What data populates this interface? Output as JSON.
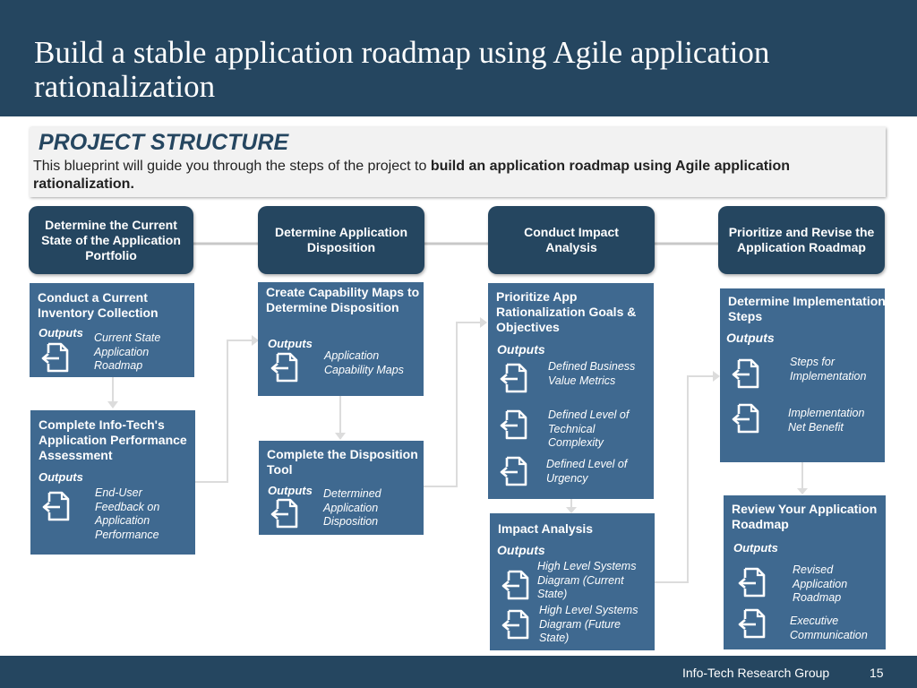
{
  "title": "Build a stable application roadmap using Agile application rationalization",
  "section": {
    "title": "PROJECT STRUCTURE",
    "intro_prefix": "This blueprint will guide you through the steps of the project to ",
    "intro_bold": "build an application roadmap using Agile application rationalization."
  },
  "phases": [
    {
      "label": "Determine the Current State of the Application Portfolio"
    },
    {
      "label": "Determine Application Disposition"
    },
    {
      "label": "Conduct Impact Analysis"
    },
    {
      "label": "Prioritize and Revise the Application Roadmap"
    }
  ],
  "outputs_label": "Outputs",
  "steps": {
    "s1a": {
      "title": "Conduct a Current Inventory Collection",
      "outputs": [
        "Current State Application Roadmap"
      ]
    },
    "s1b": {
      "title": "Complete Info-Tech's Application Performance Assessment",
      "outputs": [
        "End-User Feedback on Application Performance"
      ]
    },
    "s2a": {
      "title": "Create Capability Maps to Determine Disposition",
      "outputs": [
        "Application Capability Maps"
      ]
    },
    "s2b": {
      "title": "Complete the Disposition Tool",
      "outputs": [
        "Determined Application Disposition"
      ]
    },
    "s3a": {
      "title": "Prioritize App Rationalization Goals & Objectives",
      "outputs": [
        "Defined Business Value Metrics",
        "Defined Level of Technical Complexity",
        "Defined Level of Urgency"
      ]
    },
    "s3b": {
      "title": "Impact Analysis",
      "outputs": [
        "High Level Systems Diagram (Current State)",
        "High Level Systems Diagram (Future State)"
      ]
    },
    "s4a": {
      "title": "Determine Implementation Steps",
      "outputs": [
        "Steps for Implementation",
        "Implementation Net Benefit"
      ]
    },
    "s4b": {
      "title": "Review Your Application Roadmap",
      "outputs": [
        "Revised Application Roadmap",
        "Executive Communication"
      ]
    }
  },
  "footer": {
    "org": "Info-Tech Research Group",
    "page": "15"
  },
  "colors": {
    "header": "#254660",
    "phase_box": "#254660",
    "step_box": "#3f6990",
    "connector": "#c8c8c8"
  }
}
